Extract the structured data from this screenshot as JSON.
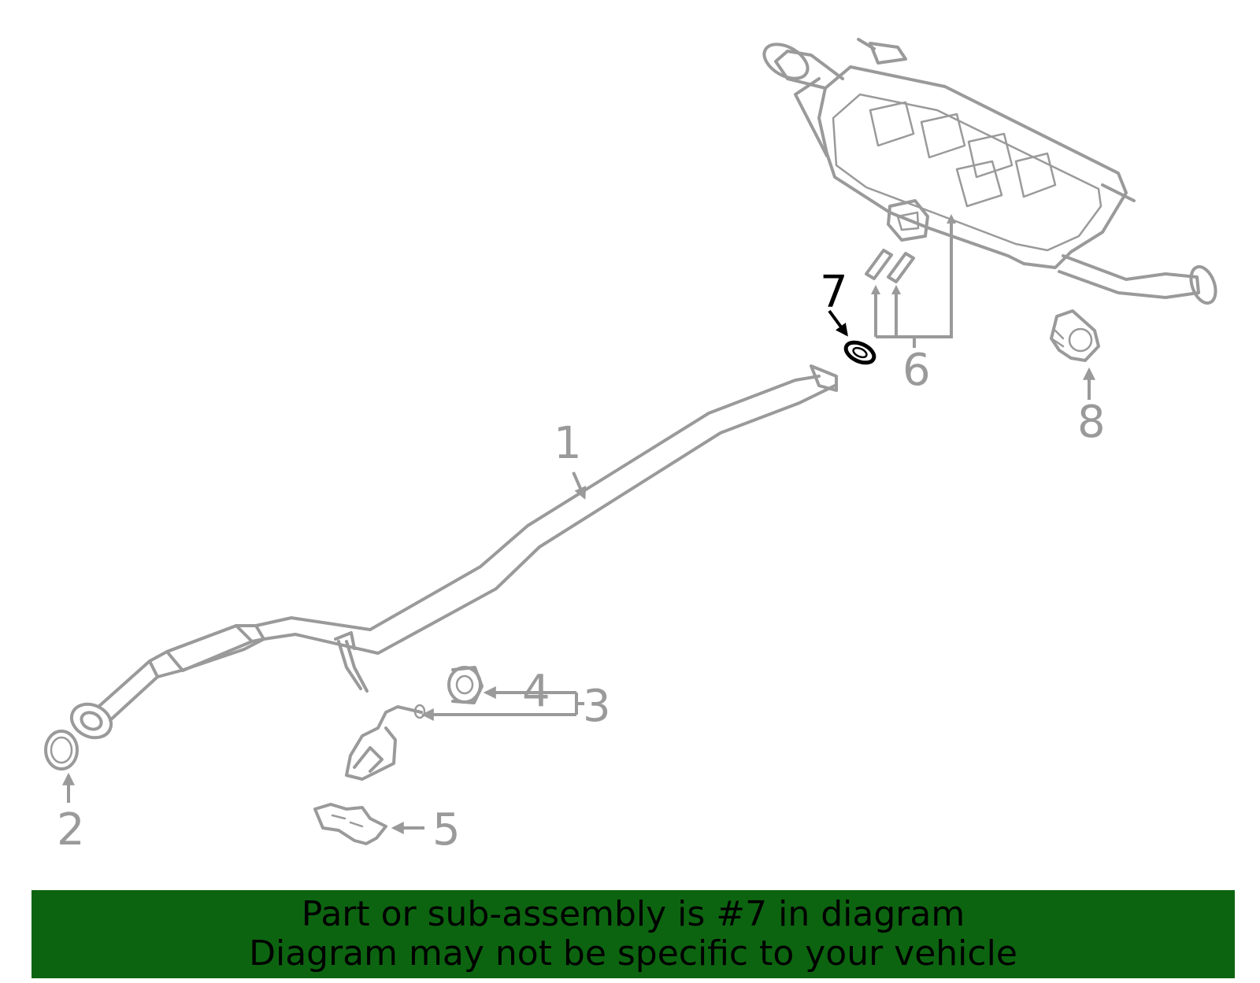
{
  "colors": {
    "part_stroke": "#9a9a9a",
    "highlight": "#000000",
    "banner_background": "#0d6410",
    "banner_text": "#000000"
  },
  "callouts": {
    "c1": "1",
    "c2": "2",
    "c3": "3",
    "c4": "4",
    "c5": "5",
    "c6": "6",
    "c7": "7",
    "c8": "8"
  },
  "highlighted_part": "7",
  "banner": {
    "line1": "Part or sub-assembly is #7 in diagram",
    "line2": "Diagram may not be specific to your vehicle"
  }
}
